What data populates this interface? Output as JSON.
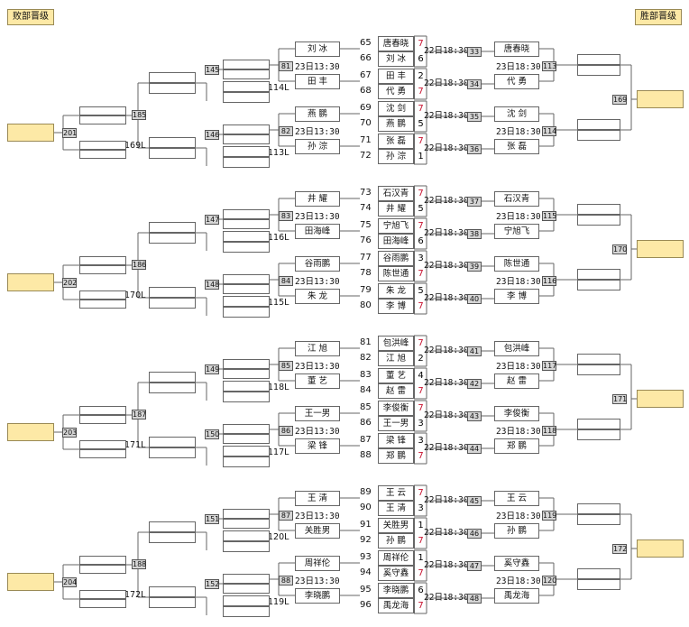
{
  "corners": {
    "left": "败部晋级",
    "right": "胜部晋级"
  },
  "quarters": [
    {
      "left_pairs": [
        {
          "tag": "81",
          "top": "刘  冰",
          "time": "23日13:30",
          "bottom": "田  丰",
          "loser": ""
        },
        {
          "tag": "82",
          "top": "燕  鹏",
          "time": "23日13:30",
          "bottom": "孙  淙",
          "loser": ""
        }
      ],
      "l145": {
        "tag": "145",
        "loser": "114L"
      },
      "l146": {
        "tag": "146",
        "loser": "113L"
      },
      "l185": {
        "tag": "185",
        "loser": "169L"
      },
      "l201": {
        "tag": "201"
      },
      "matches": [
        {
          "p1n": "65",
          "p1": "唐春晓",
          "s1": "7",
          "p2n": "66",
          "p2": "刘  冰",
          "s2": "6",
          "time": "22日18:30",
          "tag": "33"
        },
        {
          "p1n": "67",
          "p1": "田  丰",
          "s1": "2",
          "p2n": "68",
          "p2": "代  勇",
          "s2": "7",
          "time": "22日18:30",
          "tag": "34"
        },
        {
          "p1n": "69",
          "p1": "沈  剑",
          "s1": "7",
          "p2n": "70",
          "p2": "燕  鹏",
          "s2": "5",
          "time": "22日18:30",
          "tag": "35"
        },
        {
          "p1n": "71",
          "p1": "张  磊",
          "s1": "7",
          "p2n": "72",
          "p2": "孙  淙",
          "s2": "1",
          "time": "22日18:30",
          "tag": "36"
        }
      ],
      "right_pairs": [
        {
          "tag": "113",
          "top": "唐春晓",
          "time": "23日18:30",
          "bottom": "代  勇"
        },
        {
          "tag": "114",
          "top": "沈  剑",
          "time": "23日18:30",
          "bottom": "张  磊"
        }
      ],
      "r169": {
        "tag": "169"
      }
    },
    {
      "left_pairs": [
        {
          "tag": "83",
          "top": "井  耀",
          "time": "23日13:30",
          "bottom": "田海峰",
          "loser": ""
        },
        {
          "tag": "84",
          "top": "谷雨鹏",
          "time": "23日13:30",
          "bottom": "朱  龙",
          "loser": ""
        }
      ],
      "l145": {
        "tag": "147",
        "loser": "116L"
      },
      "l146": {
        "tag": "148",
        "loser": "115L"
      },
      "l185": {
        "tag": "186",
        "loser": "170L"
      },
      "l201": {
        "tag": "202"
      },
      "matches": [
        {
          "p1n": "73",
          "p1": "石汉青",
          "s1": "7",
          "p2n": "74",
          "p2": "井  耀",
          "s2": "5",
          "time": "22日18:30",
          "tag": "37"
        },
        {
          "p1n": "75",
          "p1": "宁旭飞",
          "s1": "7",
          "p2n": "76",
          "p2": "田海峰",
          "s2": "6",
          "time": "22日18:30",
          "tag": "38"
        },
        {
          "p1n": "77",
          "p1": "谷雨鹏",
          "s1": "3",
          "p2n": "78",
          "p2": "陈世通",
          "s2": "7",
          "time": "22日18:30",
          "tag": "39"
        },
        {
          "p1n": "79",
          "p1": "朱  龙",
          "s1": "5",
          "p2n": "80",
          "p2": "李  博",
          "s2": "7",
          "time": "22日18:30",
          "tag": "40"
        }
      ],
      "right_pairs": [
        {
          "tag": "115",
          "top": "石汉青",
          "time": "23日18:30",
          "bottom": "宁旭飞"
        },
        {
          "tag": "116",
          "top": "陈世通",
          "time": "23日18:30",
          "bottom": "李  博"
        }
      ],
      "r169": {
        "tag": "170"
      }
    },
    {
      "left_pairs": [
        {
          "tag": "85",
          "top": "江  旭",
          "time": "23日13:30",
          "bottom": "董  艺",
          "loser": ""
        },
        {
          "tag": "86",
          "top": "王一男",
          "time": "23日13:30",
          "bottom": "梁  锋",
          "loser": ""
        }
      ],
      "l145": {
        "tag": "149",
        "loser": "118L"
      },
      "l146": {
        "tag": "150",
        "loser": "117L"
      },
      "l185": {
        "tag": "187",
        "loser": "171L"
      },
      "l201": {
        "tag": "203"
      },
      "matches": [
        {
          "p1n": "81",
          "p1": "包洪峰",
          "s1": "7",
          "p2n": "82",
          "p2": "江  旭",
          "s2": "2",
          "time": "22日18:30",
          "tag": "41"
        },
        {
          "p1n": "83",
          "p1": "董  艺",
          "s1": "4",
          "p2n": "84",
          "p2": "赵  雷",
          "s2": "7",
          "time": "22日18:30",
          "tag": "42"
        },
        {
          "p1n": "85",
          "p1": "李俊衡",
          "s1": "7",
          "p2n": "86",
          "p2": "王一男",
          "s2": "3",
          "time": "22日18:30",
          "tag": "43"
        },
        {
          "p1n": "87",
          "p1": "梁  锋",
          "s1": "3",
          "p2n": "88",
          "p2": "郑  鹏",
          "s2": "7",
          "time": "22日18:30",
          "tag": "44"
        }
      ],
      "right_pairs": [
        {
          "tag": "117",
          "top": "包洪峰",
          "time": "23日18:30",
          "bottom": "赵  雷"
        },
        {
          "tag": "118",
          "top": "李俊衡",
          "time": "23日18:30",
          "bottom": "郑  鹏"
        }
      ],
      "r169": {
        "tag": "171"
      }
    },
    {
      "left_pairs": [
        {
          "tag": "87",
          "top": "王  清",
          "time": "23日13:30",
          "bottom": "关胜男",
          "loser": ""
        },
        {
          "tag": "88",
          "top": "周祥伦",
          "time": "23日13:30",
          "bottom": "李晓鹏",
          "loser": ""
        }
      ],
      "l145": {
        "tag": "151",
        "loser": "120L"
      },
      "l146": {
        "tag": "152",
        "loser": "119L"
      },
      "l185": {
        "tag": "188",
        "loser": "172L"
      },
      "l201": {
        "tag": "204"
      },
      "matches": [
        {
          "p1n": "89",
          "p1": "王  云",
          "s1": "7",
          "p2n": "90",
          "p2": "王  清",
          "s2": "3",
          "time": "22日18:30",
          "tag": "45"
        },
        {
          "p1n": "91",
          "p1": "关胜男",
          "s1": "1",
          "p2n": "92",
          "p2": "孙  鹏",
          "s2": "7",
          "time": "22日18:30",
          "tag": "46"
        },
        {
          "p1n": "93",
          "p1": "周祥伦",
          "s1": "1",
          "p2n": "94",
          "p2": "奚守鑫",
          "s2": "7",
          "time": "22日18:30",
          "tag": "47"
        },
        {
          "p1n": "95",
          "p1": "李晓鹏",
          "s1": "6",
          "p2n": "96",
          "p2": "禹龙海",
          "s2": "7",
          "time": "22日18:30",
          "tag": "48"
        }
      ],
      "right_pairs": [
        {
          "tag": "119",
          "top": "王  云",
          "time": "23日18:30",
          "bottom": "孙  鹏"
        },
        {
          "tag": "120",
          "top": "奚守鑫",
          "time": "23日18:30",
          "bottom": "禹龙海"
        }
      ],
      "r169": {
        "tag": "172"
      }
    }
  ]
}
